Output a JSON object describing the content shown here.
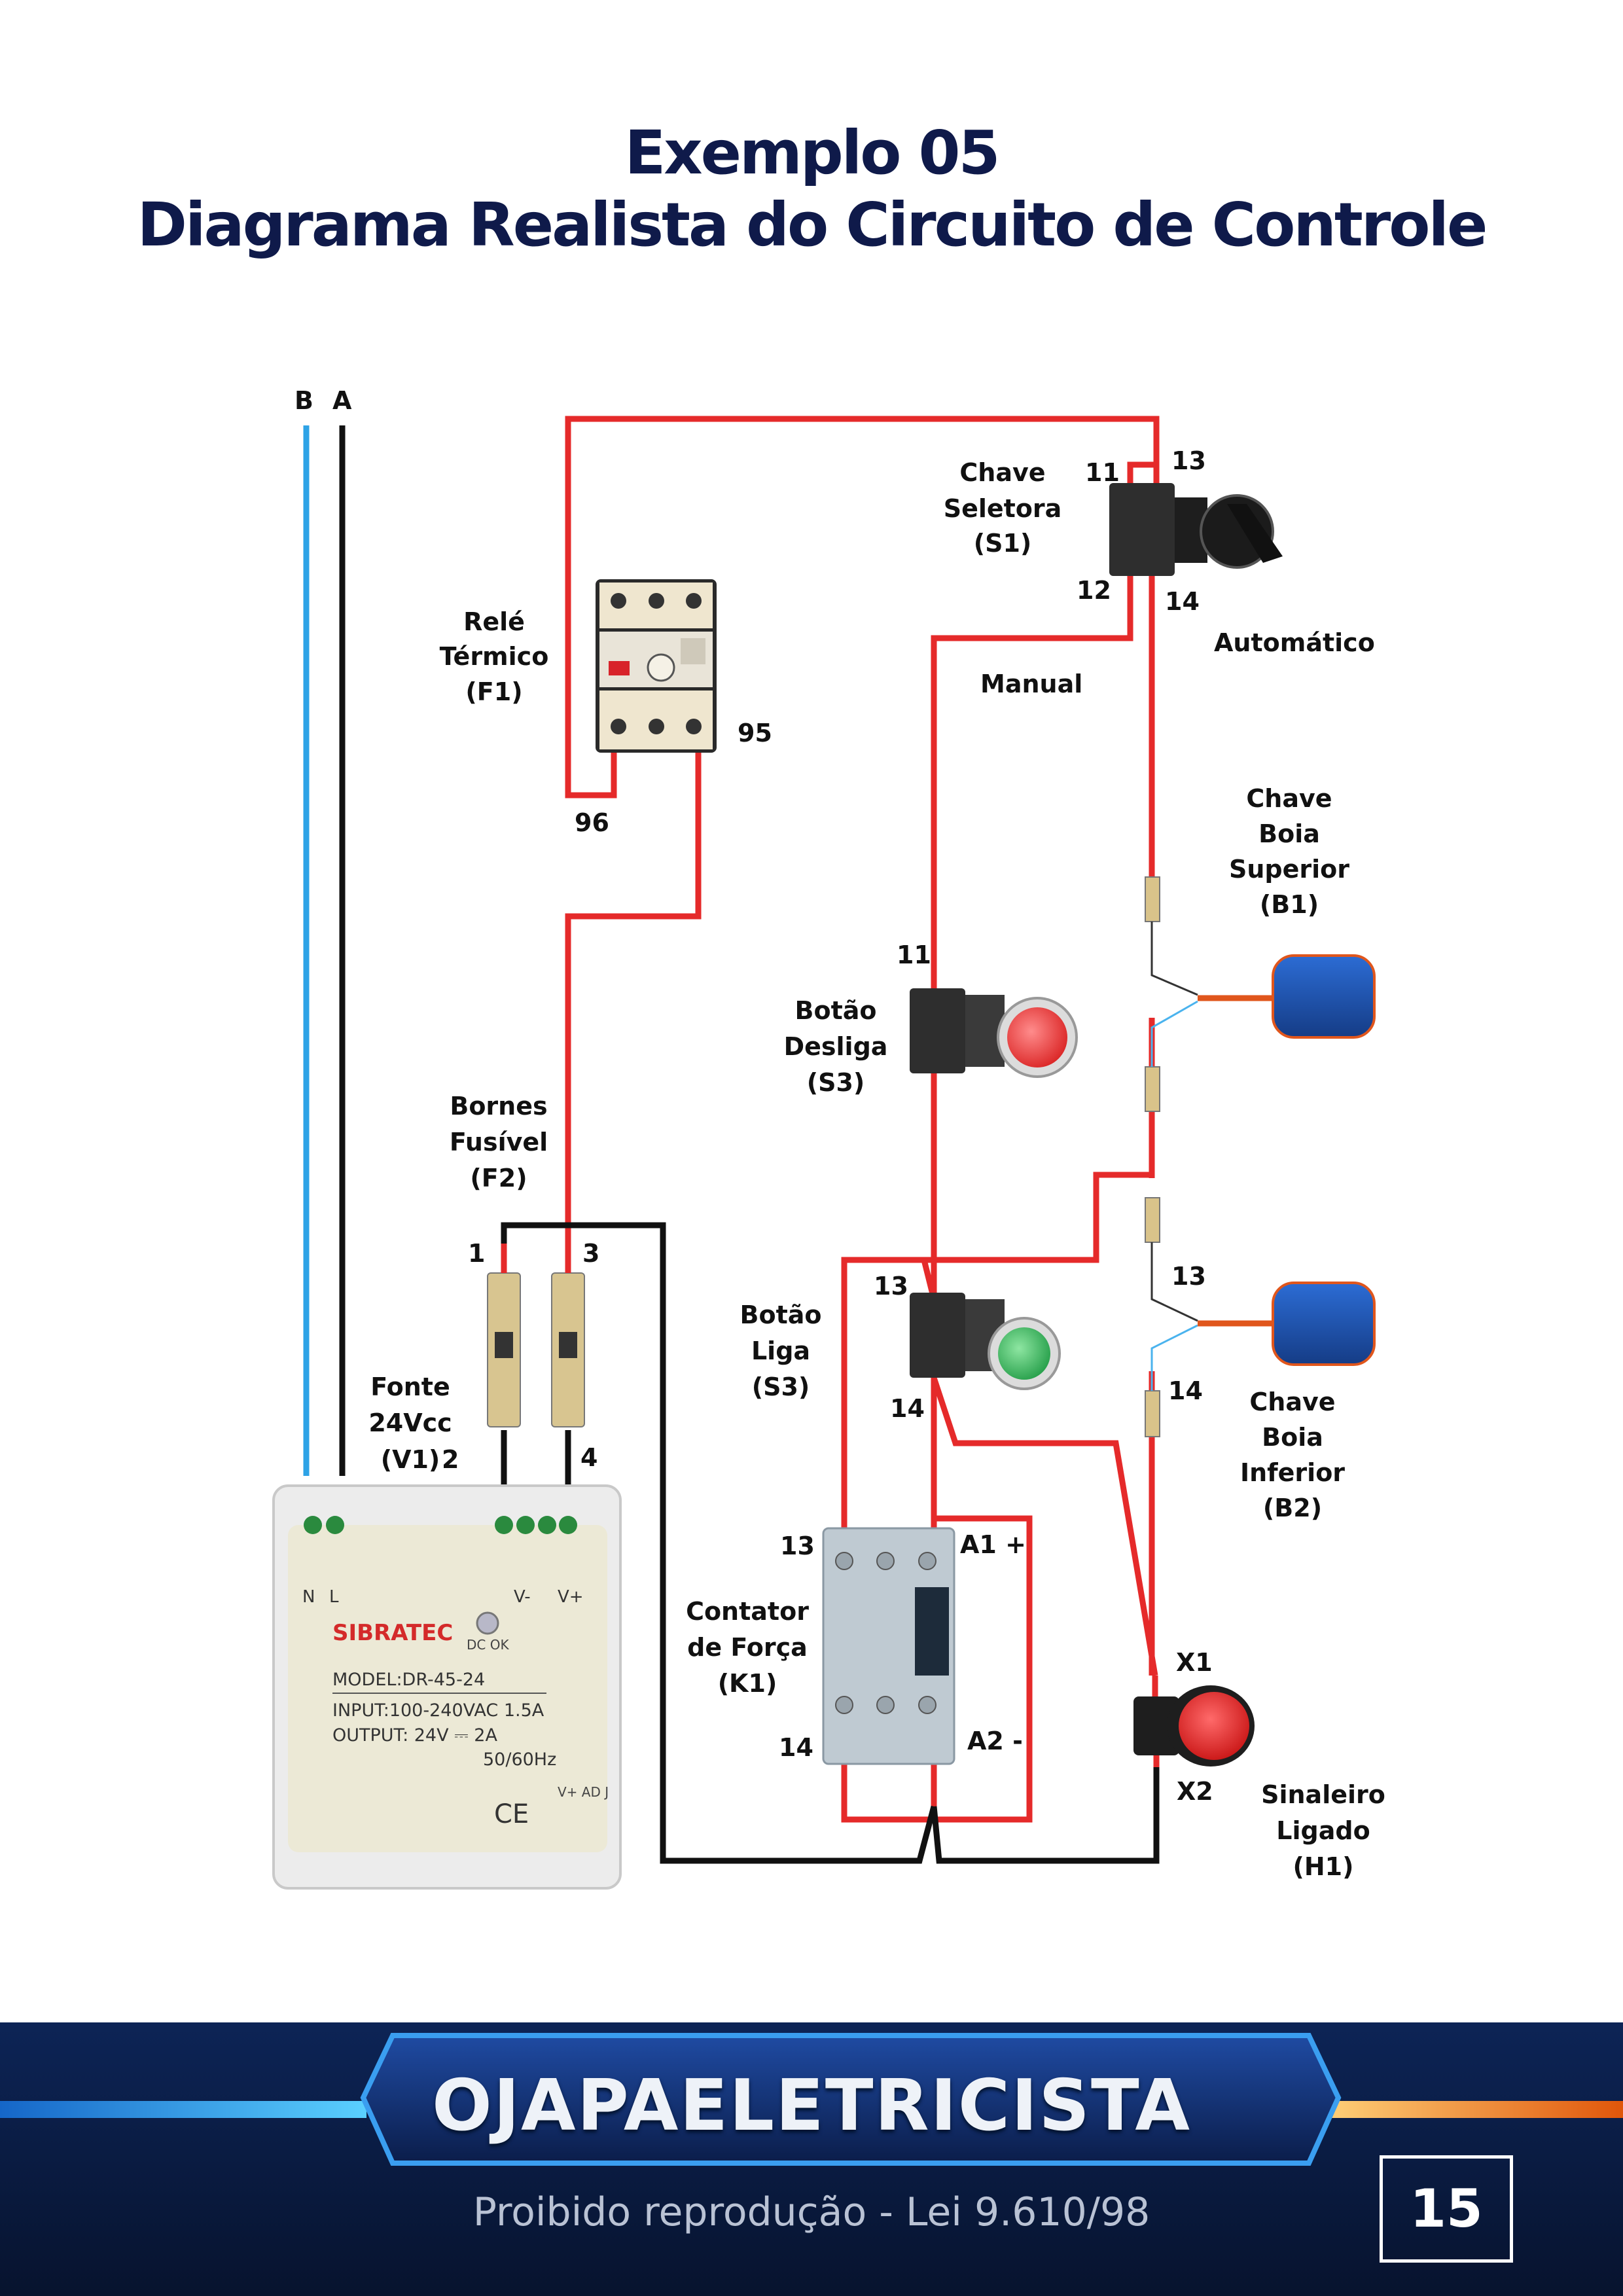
{
  "page": {
    "title_line1": "Exemplo 05",
    "title_line2": "Diagrama Realista do Circuito de Controle"
  },
  "diagram": {
    "rails": {
      "B": "B",
      "A": "A",
      "color_B": "#2ea3e6",
      "color_A": "#111111"
    },
    "wire_color": "#e52a2a",
    "components": {
      "rele_termico": {
        "label": [
          "Relé",
          "Térmico",
          "(F1)"
        ],
        "terminal_96": "96",
        "terminal_95": "95"
      },
      "chave_seletora": {
        "label": [
          "Chave",
          "Seletora",
          "(S1)"
        ],
        "t11": "11",
        "t13": "13",
        "t12": "12",
        "t14": "14",
        "pos_manual": "Manual",
        "pos_auto": "Automático"
      },
      "chave_boia_superior": {
        "label": [
          "Chave",
          "Boia",
          "Superior",
          "(B1)"
        ]
      },
      "chave_boia_inferior": {
        "label": [
          "Chave",
          "Boia",
          "Inferior",
          "(B2)"
        ],
        "t13": "13",
        "t14": "14"
      },
      "botao_desliga": {
        "label": [
          "Botão",
          "Desliga",
          "(S3)"
        ],
        "t11": "11"
      },
      "botao_liga": {
        "label": [
          "Botão",
          "Liga",
          "(S3)"
        ],
        "t13": "13",
        "t14": "14"
      },
      "bornes_fusivel": {
        "label": [
          "Bornes",
          "Fusível",
          "(F2)"
        ],
        "t1": "1",
        "t3": "3",
        "t2": "2",
        "t4": "4"
      },
      "fonte": {
        "label": [
          "Fonte",
          "24Vcc",
          "(V1)"
        ],
        "brand": "SIBRATEC",
        "dc_ok": "DC OK",
        "model": "MODEL:DR-45-24",
        "input": "INPUT:100-240VAC   1.5A",
        "output": "OUTPUT:    24V   ⎓   2A",
        "freq": "50/60Hz",
        "ce": "CE",
        "adj": "V+ AD J",
        "n": "N",
        "l": "L",
        "vminus": "V-",
        "vplus": "V+"
      },
      "contator": {
        "label": [
          "Contator",
          "de Força",
          "(K1)"
        ],
        "t13": "13",
        "t14": "14",
        "a1": "A1 +",
        "a2": "A2 -"
      },
      "sinaleiro": {
        "label": [
          "Sinaleiro",
          "Ligado",
          "(H1)"
        ],
        "x1": "X1",
        "x2": "X2"
      }
    }
  },
  "footer": {
    "brand": "OJAPAELETRICISTA",
    "legal": "Proibido reprodução - Lei 9.610/98",
    "page_number": "15"
  }
}
